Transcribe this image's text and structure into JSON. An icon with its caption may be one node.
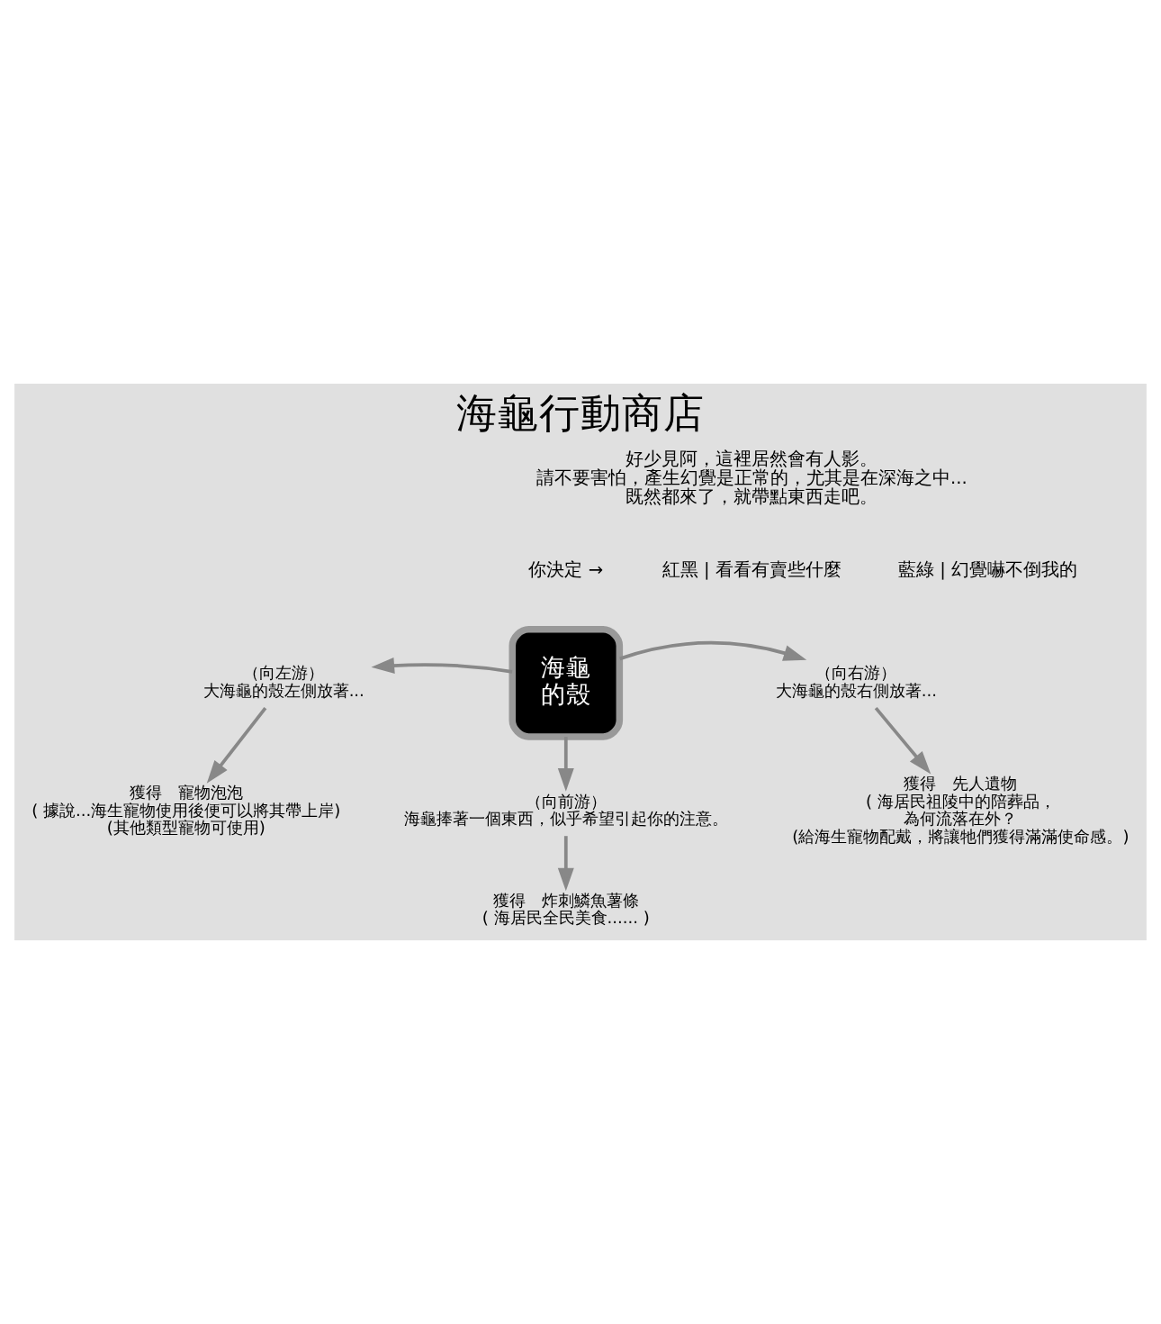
{
  "diagram": {
    "title": "海龜行動商店",
    "nodes": [
      {
        "text": [
          "海龜的殼"
        ]
      },
      {
        "text": [
          "（向左游）",
          "大海龜的殼左側放著..."
        ]
      },
      {
        "text": [
          "（向右游）",
          "大海龜的殼右側放著..."
        ]
      },
      {
        "text": [
          "（向前游）",
          "海龜捧著一個東西，似乎希望引起你的注意。"
        ]
      },
      {
        "text": [
          "獲得　寵物泡泡",
          "( 據說...海生寵物使用後便可以將其帶上岸)",
          "(其他類型寵物可使用)"
        ]
      },
      {
        "text": [
          "獲得　先人遺物",
          "( 海居民祖陵中的陪葬品，為何流落在外？",
          "(給海生寵物配戴，將讓牠們獲得滿滿使命感。)"
        ]
      },
      {
        "text": [
          "獲得　炸刺鱗魚薯條",
          "( 海居民全民美食...... )"
        ]
      }
    ],
    "edges": [
      {
        "from": 0,
        "to": 1,
        "arrow": "to"
      },
      {
        "from": 0,
        "to": 2,
        "arrow": "to"
      },
      {
        "from": 0,
        "to": 3,
        "arrow": "to"
      },
      {
        "from": 1,
        "to": 4,
        "arrow": "to"
      },
      {
        "from": 2,
        "to": 5,
        "arrow": "to"
      },
      {
        "from": 3,
        "to": 6,
        "arrow": "to"
      }
    ],
    "labels": [
      "好少見阿，這裡居然會有人影。請不要害怕，產生幻覺是正常的，尤其是在深海之中...既然都來了，就帶點東西走吧。",
      "你決定 →",
      "紅黑 | 看看有賣些什麼",
      "藍綠 | 幻覺嚇不倒我的"
    ]
  }
}
